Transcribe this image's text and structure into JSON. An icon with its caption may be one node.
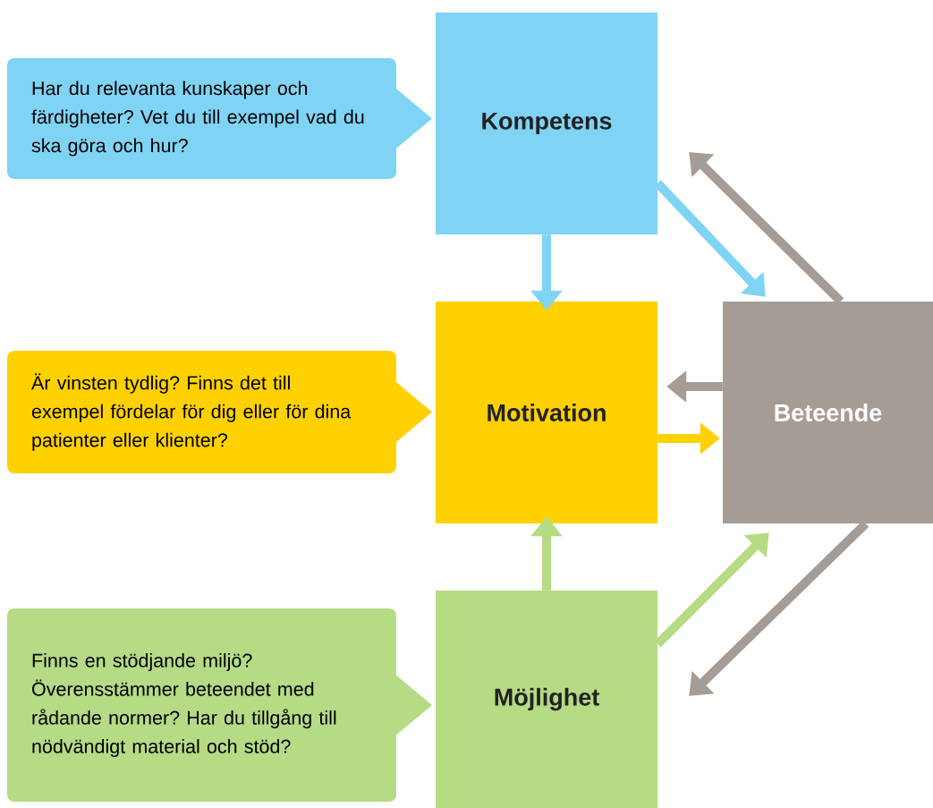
{
  "diagram": {
    "nodes": [
      {
        "text": [
          "Har du relevanta kunskaper och färdigheter? Vet du till exempel vad du ska göra och hur?"
        ]
      },
      {
        "text": [
          "Kompetens"
        ]
      },
      {
        "text": [
          "Är vinsten tydlig? Finns det till exempel fördelar för dig eller för dina patienter eller klienter?"
        ]
      },
      {
        "text": [
          "Motivation"
        ]
      },
      {
        "text": [
          "Beteende"
        ]
      },
      {
        "text": [
          "Finns en stödjande miljö? Överensstämmer beteendet med rådande normer? Har du tillgång till nödvändigt material och stöd?"
        ]
      },
      {
        "text": [
          "Möjlighet"
        ]
      }
    ],
    "edges": [
      {
        "from": 1,
        "to": 3,
        "arrow": "to",
        "color": "#7fd4f5"
      },
      {
        "from": 1,
        "to": 4,
        "arrow": "to",
        "color": "#7fd4f5"
      },
      {
        "from": 4,
        "to": 1,
        "arrow": "to",
        "color": "#a59c96"
      },
      {
        "from": 4,
        "to": 3,
        "arrow": "to",
        "color": "#a59c96"
      },
      {
        "from": 3,
        "to": 4,
        "arrow": "to",
        "color": "#ffd100"
      },
      {
        "from": 6,
        "to": 3,
        "arrow": "to",
        "color": "#b5db84"
      },
      {
        "from": 6,
        "to": 4,
        "arrow": "to",
        "color": "#b5db84"
      },
      {
        "from": 4,
        "to": 6,
        "arrow": "to",
        "color": "#a59c96"
      }
    ]
  }
}
